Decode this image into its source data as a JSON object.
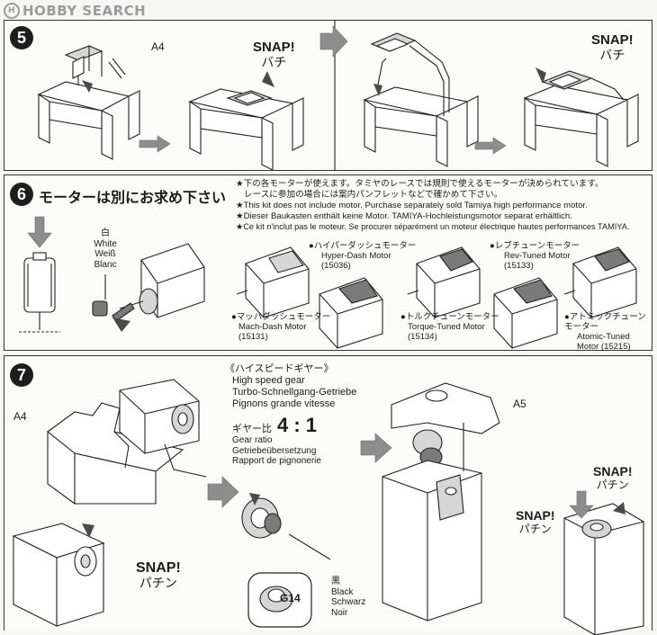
{
  "watermark": {
    "brand": "HOBBY SEARCH",
    "logo_prefix": "H"
  },
  "step5": {
    "number": "5",
    "part_label": "A4",
    "snap1": {
      "en": "SNAP!",
      "jp": "バチ"
    },
    "snap2": {
      "en": "SNAP!",
      "jp": "バチ"
    }
  },
  "step6": {
    "number": "6",
    "title": "モーターは別にお求め下さい",
    "notes": [
      "★下の各モーターが使えます。タミヤのレースでは規則で使えるモーターが決められています。",
      "レースに参加の場合には案内パンフレットなどで確かめて下さい。",
      "★This kit does not include motor. Purchase separately sold Tamiya high performance motor.",
      "★Dieser Baukasten enthält keine Motor. TAMIYA-Hochleistungsmotor separat erhältlich.",
      "★Ce kit n'inclut pas le moteur. Se procurer séparément un moteur électrique hautes performances TAMIYA."
    ],
    "pinion": {
      "jp": "白",
      "en": "White",
      "de": "Weiß",
      "fr": "Blanc"
    },
    "motors": [
      {
        "jp": "●ハイパーダッシュモーター",
        "en": "Hyper-Dash Motor",
        "code": "(15036)"
      },
      {
        "jp": "●レブチューンモーター",
        "en": "Rev-Tuned Motor",
        "code": "(15133)"
      },
      {
        "jp": "●マッハダッシュモーター",
        "en": "Mach-Dash Motor",
        "code": "(15131)"
      },
      {
        "jp": "●トルクチューンモーター",
        "en": "Torque-Tuned Motor",
        "code": "(15134)"
      },
      {
        "jp": "●アトミックチューンモーター",
        "en": "Atomic-Tuned",
        "code": "Motor (15215)"
      }
    ]
  },
  "step7": {
    "number": "7",
    "part_label_left": "A4",
    "part_label_right": "A5",
    "heading_jp": "《ハイスピードギヤー》",
    "heading_en": "High speed gear",
    "heading_de": "Turbo-Schnellgang-Getriebe",
    "heading_fr": "Pignons grande vitesse",
    "ratio_jp": "ギヤー比",
    "ratio_value": "4 : 1",
    "ratio_en": "Gear ratio",
    "ratio_de": "Getriebeübersetzung",
    "ratio_fr": "Rapport de pignonerie",
    "gear": {
      "part": "G14",
      "jp": "黒",
      "en": "Black",
      "de": "Schwarz",
      "fr": "Noir"
    },
    "snap_left": {
      "en": "SNAP!",
      "jp": "パチン"
    },
    "snap_mid": {
      "en": "SNAP!",
      "jp": "パチン"
    },
    "snap_right": {
      "en": "SNAP!",
      "jp": "パチン"
    }
  }
}
